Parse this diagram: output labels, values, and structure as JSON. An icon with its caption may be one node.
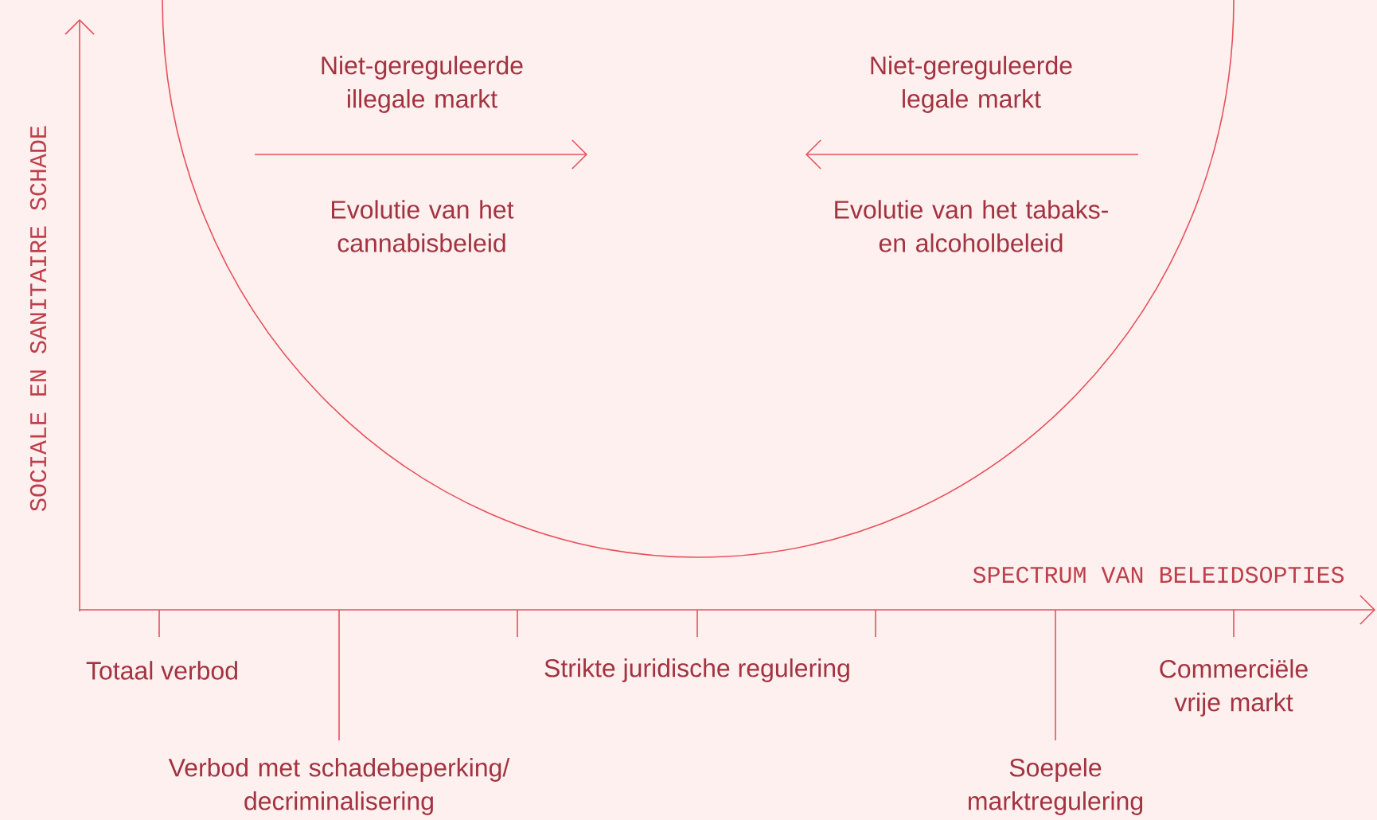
{
  "diagram": {
    "labels": [
      "SOCIALE EN SANITAIRE SCHADE",
      "Niet-gereguleerde illegale markt",
      "Niet-gereguleerde legale markt",
      "Evolutie van het cannabisbeleid",
      "Evolutie van het tabaks- en alcoholbeleid",
      "SPECTRUM VAN BELEIDSOPTIES",
      "Totaal verbod",
      "Strikte juridische regulering",
      "Commerciële vrije markt",
      "Verbod met schadebeperking/ decriminalisering",
      "Soepele marktregulering"
    ]
  }
}
